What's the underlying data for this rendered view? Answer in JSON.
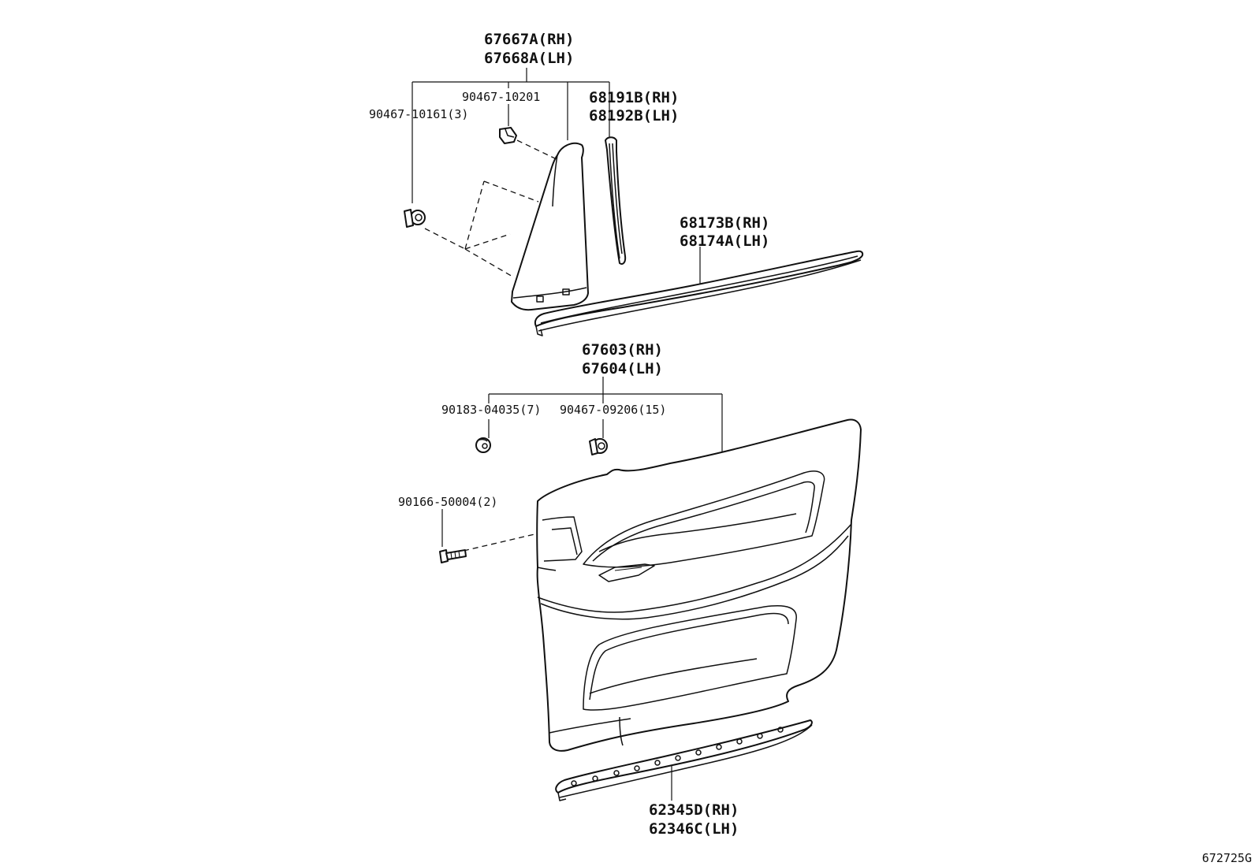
{
  "labels": {
    "pillar_rh": "67667A(RH)",
    "pillar_lh": "67668A(LH)",
    "clip_a": "90467-10201",
    "clip_b": "90467-10161(3)",
    "seal_rh": "68191B(RH)",
    "seal_lh": "68192B(LH)",
    "belt_rh": "68173B(RH)",
    "belt_lh": "68174A(LH)",
    "trim_rh": "67603(RH)",
    "trim_lh": "67604(LH)",
    "clip_c": "90183-04035(7)",
    "clip_d": "90467-09206(15)",
    "screw": "90166-50004(2)",
    "scuff_rh": "62345D(RH)",
    "scuff_lh": "62346C(LH)",
    "diagram_code": "672725G"
  }
}
